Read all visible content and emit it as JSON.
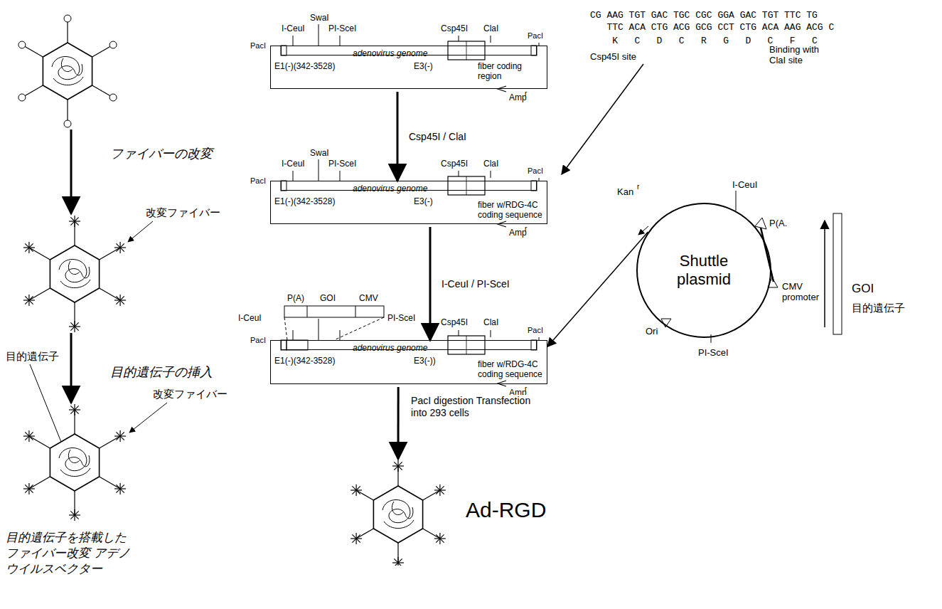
{
  "diagram": {
    "nodes": [
      {
        "text": [
          "adenovirus genome"
        ]
      },
      {
        "text": [
          "adenovirus genome"
        ]
      },
      {
        "text": [
          "adenovirus genome"
        ]
      },
      {
        "text": [
          "Shuttle plasmid"
        ]
      },
      {
        "text": [
          "Ad-RGD"
        ]
      }
    ],
    "edges": [
      {
        "from": 0,
        "to": 1,
        "arrow": "to",
        "label": "Csp45I / ClaI"
      },
      {
        "from": 1,
        "to": 2,
        "arrow": "to",
        "label": "I-CeuI / PI-SceI"
      },
      {
        "from": 2,
        "to": 4,
        "arrow": "to",
        "label": "PacI digestion Transfection into 293 cells"
      },
      {
        "from": 3,
        "to": 2,
        "arrow": "to"
      }
    ],
    "labels": [
      "ファイバーの改変",
      "改変ファイバー",
      "目的遺伝子",
      "目的遺伝子の挿入",
      "改変ファイバー",
      "目的遺伝子を搭載した ファイバー改変 アデノウイルスベクター",
      "SwaI",
      "I-CeuI",
      "PI-SceI",
      "PacI",
      "Csp45I",
      "ClaI",
      "PacI",
      "E1(-)(342-3528)",
      "E3(-)",
      "fiber coding region",
      "Amp",
      "r",
      "SwaI",
      "I-CeuI",
      "PI-SceI",
      "PacI",
      "Csp45I",
      "ClaI",
      "PacI",
      "E1(-)(342-3528)",
      "E3(-)",
      "fiber w/RDG-4C coding sequence",
      "Amp",
      "r",
      "P(A)",
      "GOI",
      "CMV",
      "I-CeuI",
      "PI-SceI",
      "PacI",
      "Csp45I",
      "ClaI",
      "PacI",
      "E1(-)(342-3528)",
      "E3(-))",
      "fiber w/RDG-4C coding sequence",
      "Amp",
      "r",
      "CG AAG TGT GAC TGC CGC GGA GAC TGT TTC TG",
      "TTC ACA CTG ACG GCG CCT CTG ACA AAG ACG C",
      "K C D C R G D C F C",
      "Csp45I site",
      "Binding with ClaI site",
      "Kan",
      "r",
      "I-CeuI",
      "P(A.",
      "CMV promoter",
      "Ori",
      "PI-SceI",
      "GOI",
      "目的遺伝子"
    ]
  }
}
